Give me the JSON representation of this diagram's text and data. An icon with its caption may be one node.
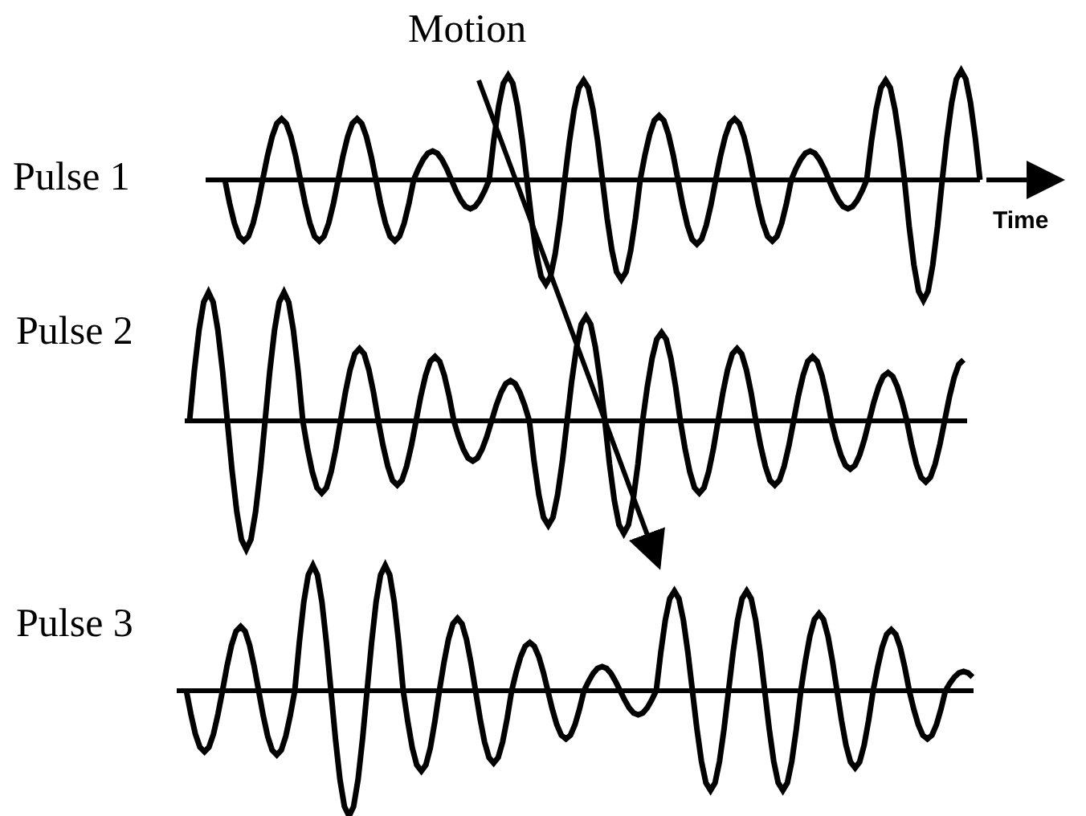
{
  "diagram": {
    "labels": [
      "Motion",
      "Pulse 1",
      "Time",
      "Pulse 2",
      "Pulse 3"
    ]
  }
}
